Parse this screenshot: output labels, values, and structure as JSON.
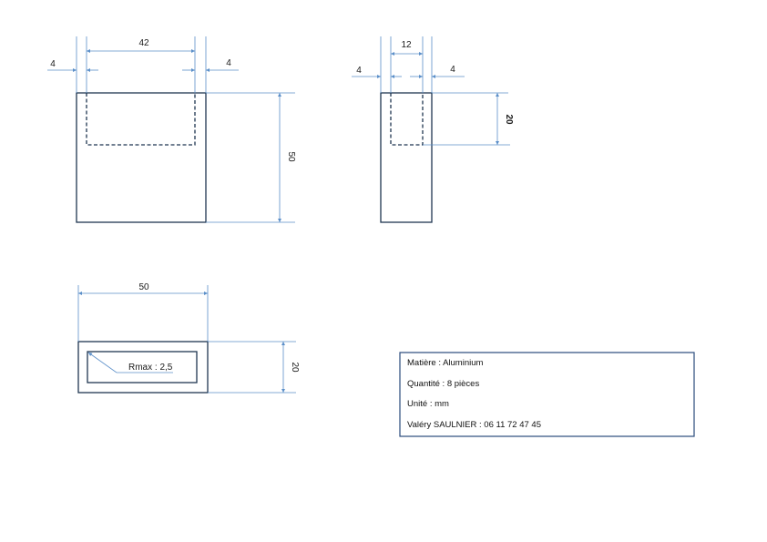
{
  "front_view": {
    "dim_width": "42",
    "dim_left_wall": "4",
    "dim_right_wall": "4",
    "dim_height": "50"
  },
  "side_view": {
    "dim_width": "12",
    "dim_left_wall": "4",
    "dim_right_wall": "4",
    "dim_depth": "20"
  },
  "top_view": {
    "dim_width": "50",
    "dim_height": "20",
    "radius_note": "Rmax : 2,5"
  },
  "title_block": {
    "material": "Matière : Aluminium",
    "quantity": "Quantité : 8 pièces",
    "unit": "Unité : mm",
    "author": "Valéry SAULNIER : 06 11 72 47 45"
  },
  "colors": {
    "part_stroke": "#1f3550",
    "dimension_stroke": "#5b8fc9",
    "title_block_border": "#2a4b7c"
  }
}
